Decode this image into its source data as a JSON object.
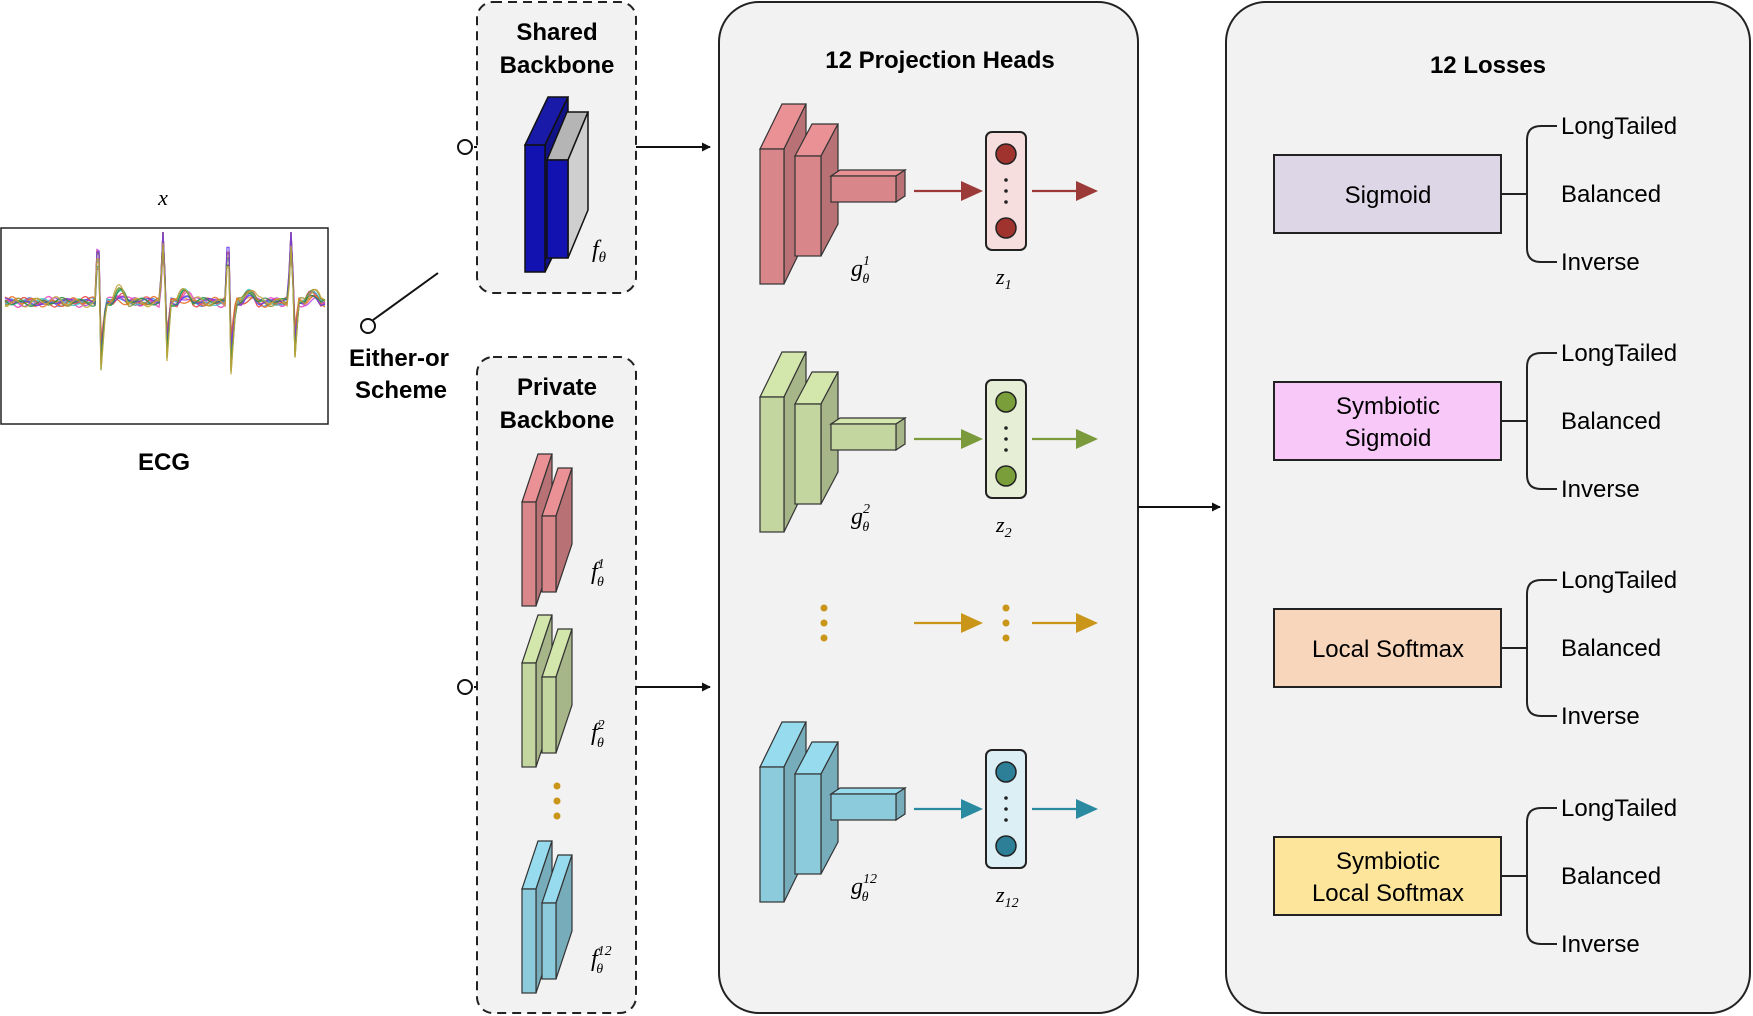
{
  "input": {
    "symbol": "x",
    "label": "ECG"
  },
  "switch": {
    "line1": "Either-or",
    "line2": "Scheme"
  },
  "shared_backbone": {
    "title_line1": "Shared",
    "title_line2": "Backbone",
    "func": "f",
    "sub": "θ"
  },
  "private_backbone": {
    "title_line1": "Private",
    "title_line2": "Backbone",
    "blocks": [
      {
        "func": "f",
        "sub": "θ",
        "sup": "1",
        "color": "#d9868a"
      },
      {
        "func": "f",
        "sub": "θ",
        "sup": "2",
        "color": "#c3d6a0"
      },
      {
        "func": "f",
        "sub": "θ",
        "sup": "12",
        "color": "#8ccbdc"
      }
    ]
  },
  "projection_heads": {
    "title": "12 Projection Heads",
    "heads": [
      {
        "func": "g",
        "sub": "θ",
        "sup": "1",
        "z": "z",
        "z_sub": "1",
        "color": "#d9868a",
        "arrow": "#9b3a36",
        "dot": "#a0332e",
        "vec_bg": "#f5dedd"
      },
      {
        "func": "g",
        "sub": "θ",
        "sup": "2",
        "z": "z",
        "z_sub": "2",
        "color": "#c3d6a0",
        "arrow": "#7a9a3c",
        "dot": "#7a9e3a",
        "vec_bg": "#e6eed6"
      },
      {
        "func": "g",
        "sub": "θ",
        "sup": "12",
        "z": "z",
        "z_sub": "12",
        "color": "#8ccbdc",
        "arrow": "#2a8aa0",
        "dot": "#2c7f96",
        "vec_bg": "#dbeff4"
      }
    ],
    "ellipsis_color": "#c9961a"
  },
  "losses": {
    "title": "12 Losses",
    "groups": [
      {
        "name_line1": "Sigmoid",
        "name_line2": "",
        "color": "#dcd6e6",
        "options": [
          "LongTailed",
          "Balanced",
          "Inverse"
        ]
      },
      {
        "name_line1": "Symbiotic",
        "name_line2": "Sigmoid",
        "color": "#f8c8f8",
        "options": [
          "LongTailed",
          "Balanced",
          "Inverse"
        ]
      },
      {
        "name_line1": "Local Softmax",
        "name_line2": "",
        "color": "#f8d6bc",
        "options": [
          "LongTailed",
          "Balanced",
          "Inverse"
        ]
      },
      {
        "name_line1": "Symbiotic",
        "name_line2": "Local Softmax",
        "color": "#fde59c",
        "options": [
          "LongTailed",
          "Balanced",
          "Inverse"
        ]
      }
    ]
  },
  "colors": {
    "panel_bg": "#f2f2f2",
    "stroke": "#222222",
    "blue_block": "#1010a8",
    "grey_block": "#c8c8c8"
  }
}
